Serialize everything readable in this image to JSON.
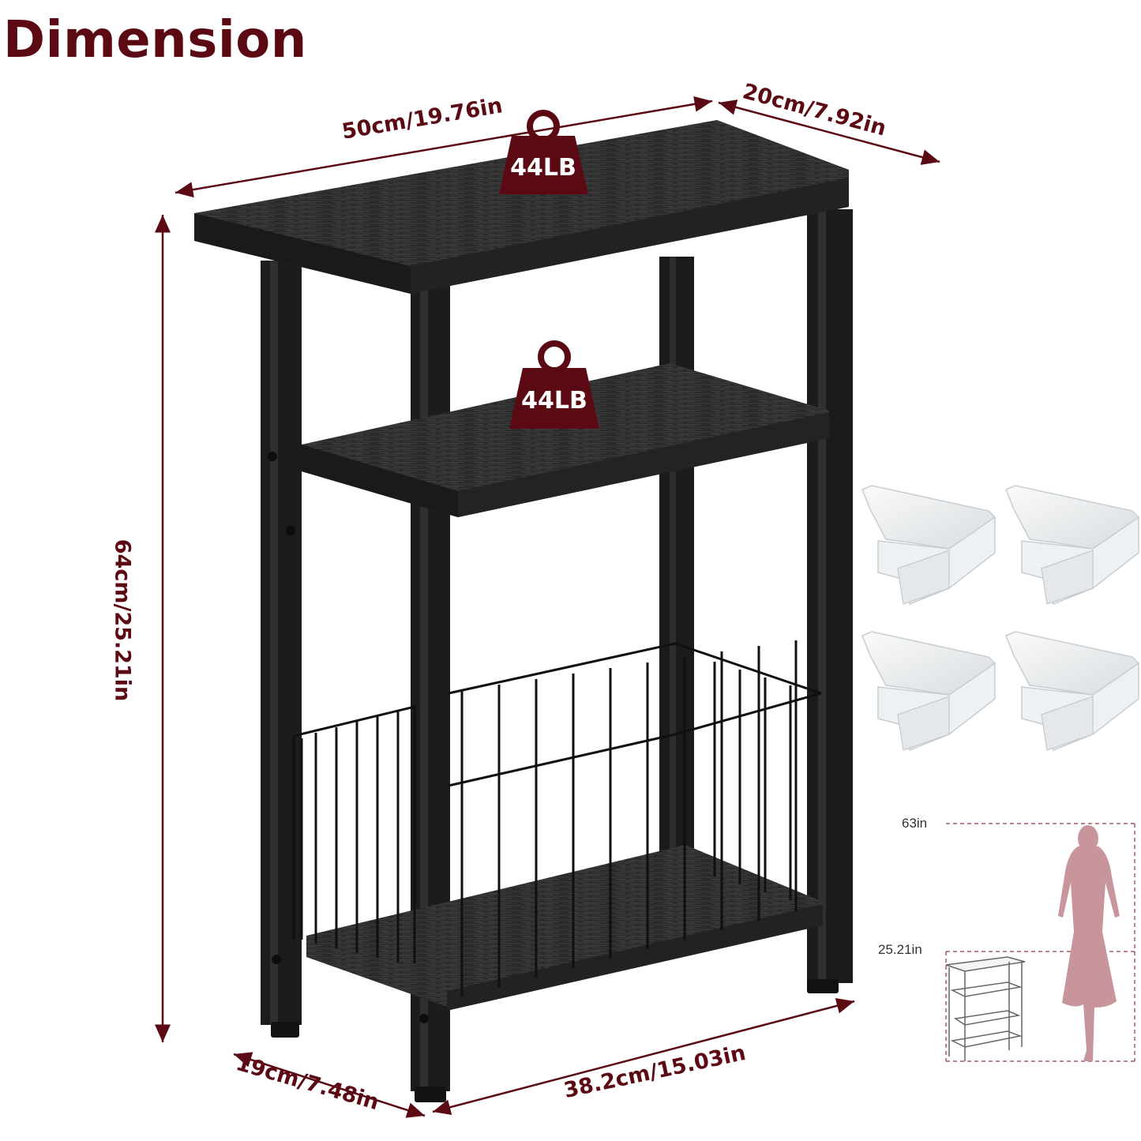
{
  "title": "Dimension",
  "dimensions": {
    "top_width": "50cm/19.76in",
    "top_depth": "20cm/7.92in",
    "height": "64cm/25.21in",
    "bottom_depth": "19cm/7.48in",
    "bottom_width": "38.2cm/15.03in"
  },
  "load_capacity": {
    "top": "44LB",
    "middle": "44LB"
  },
  "height_comparison": {
    "person_height": "63in",
    "table_height": "25.21in"
  },
  "colors": {
    "accent": "#5b0a14",
    "table": "#1e1e1e",
    "wood": "#2b2b2b"
  },
  "icons": [
    "weight-icon",
    "corner-protector-icon",
    "person-silhouette-icon"
  ]
}
